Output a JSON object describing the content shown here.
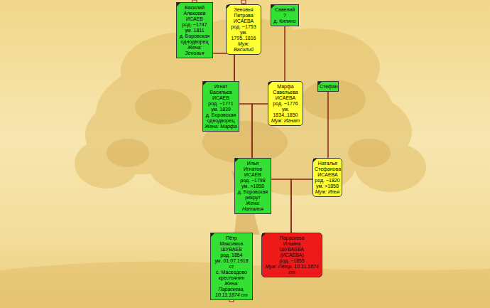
{
  "diagram": {
    "nodes": [
      {
        "text": [
          "Василий Алексеев ИСАЕВ",
          "род. ~1747",
          "ум. 1811",
          "д. Боровская",
          "однодворец",
          "Жена: Зеновья"
        ]
      },
      {
        "text": [
          "Зеновья Петрова ИСАЕВА",
          "род. ~1753",
          "ум. 1795..1816",
          "Муж: Василий"
        ]
      },
      {
        "text": [
          "Савелий ?",
          "д. Кипино"
        ]
      },
      {
        "text": [
          "Игнат Васильев ИСАЕВ",
          "род. ~1771",
          "ум. 1839",
          "д. Боровская",
          "однодворец",
          "Жена: Марфа"
        ]
      },
      {
        "text": [
          "Марфа Савельева ИСАЕВА",
          "род. ~1776",
          "ум. 1834..1850",
          "Муж: Игнат"
        ]
      },
      {
        "text": [
          "Стефан"
        ]
      },
      {
        "text": [
          "Илья Игнатов ИСАЕВ",
          "род. ~1798",
          "ум. >1858",
          "д. Боровская",
          "рекрут",
          "Жена: Наталья"
        ]
      },
      {
        "text": [
          "Наталья Стефанова ИСАЕВА",
          "род. ~1820",
          "ум. >1858",
          "Муж: Илья"
        ]
      },
      {
        "text": [
          "Пётр Максимов ШУВАЕВ",
          "род. 1854",
          "ум. 01.07.1918 ст",
          "с. Масеедово",
          "крестьянин",
          "Жена: Параскева, 10.11.1874 ст"
        ]
      },
      {
        "text": [
          "Параскева Ильина ШУВАЕВА (ИСАЕВА)",
          "род. ~1855",
          "Муж: Пётр, 10.11.1874 ст"
        ]
      }
    ],
    "edges": [
      {
        "from": 0,
        "to": 3,
        "arrow": "none"
      },
      {
        "from": 1,
        "to": 3,
        "arrow": "none"
      },
      {
        "from": 2,
        "to": 4,
        "arrow": "none"
      },
      {
        "from": 3,
        "to": 6,
        "arrow": "none"
      },
      {
        "from": 4,
        "to": 6,
        "arrow": "none"
      },
      {
        "from": 5,
        "to": 7,
        "arrow": "none"
      },
      {
        "from": 6,
        "to": 9,
        "arrow": "none"
      },
      {
        "from": 7,
        "to": 9,
        "arrow": "none"
      }
    ]
  }
}
